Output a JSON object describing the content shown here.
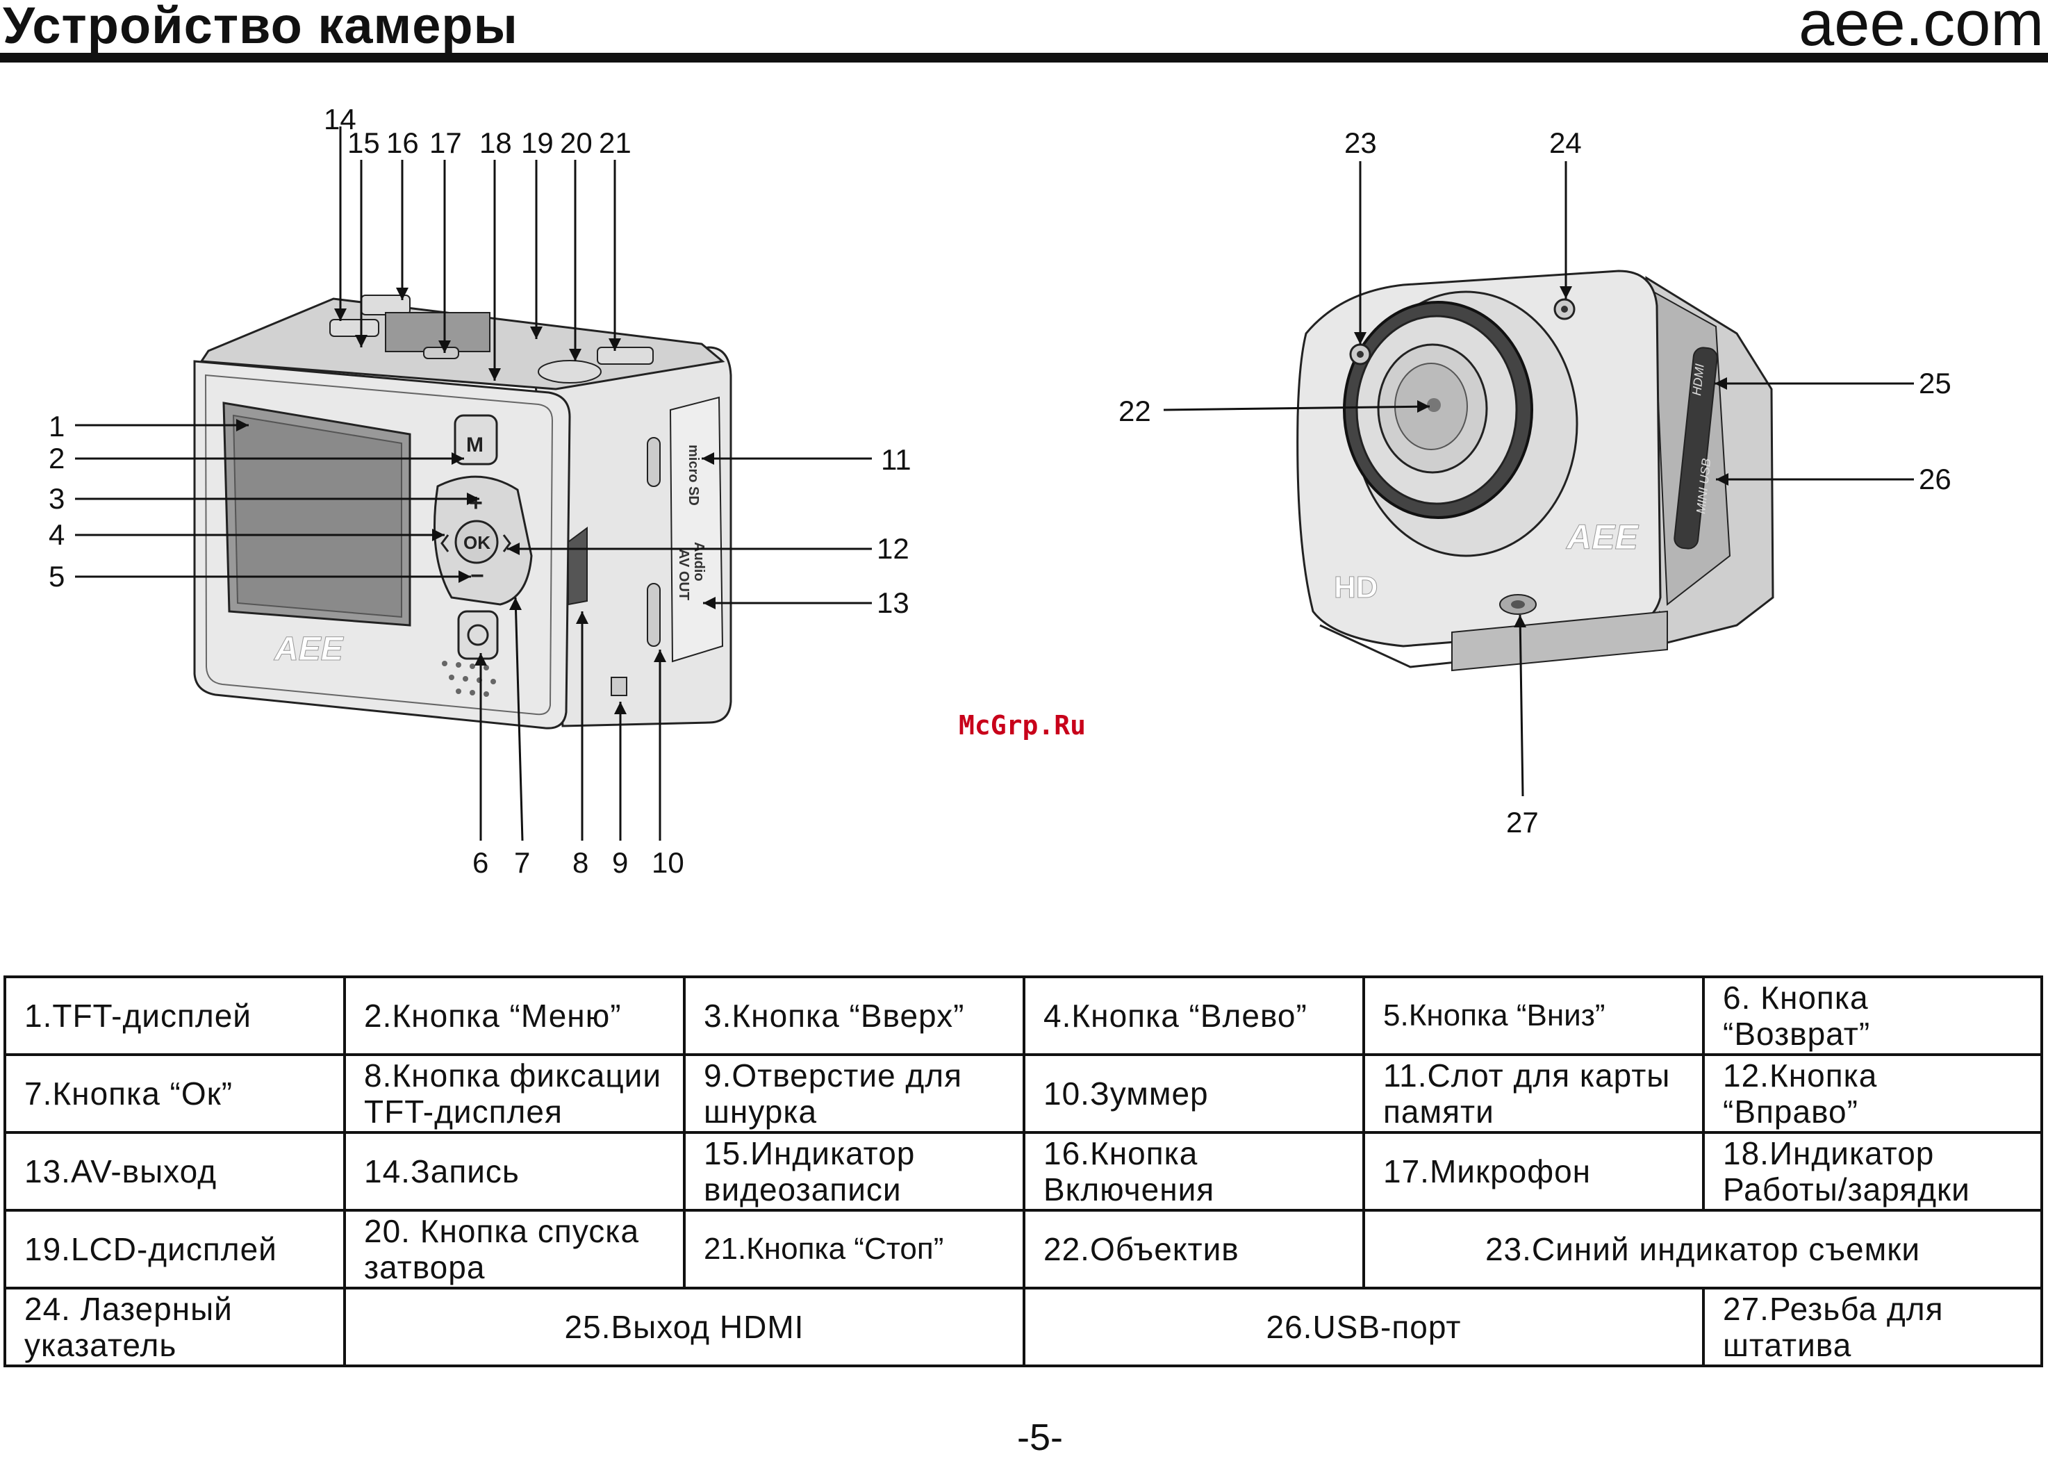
{
  "header": {
    "title": "Устройство камеры",
    "brand": "aee.com"
  },
  "watermark": "McGrp.Ru",
  "diagram": {
    "front_callouts": [
      "1",
      "2",
      "3",
      "4",
      "5",
      "6",
      "7",
      "8",
      "9",
      "10",
      "11",
      "12",
      "13",
      "14",
      "15",
      "16",
      "17",
      "18",
      "19",
      "20",
      "21"
    ],
    "back_callouts": [
      "22",
      "23",
      "24",
      "25",
      "26",
      "27"
    ],
    "camera_text": {
      "brand_front": "AEE",
      "brand_back": "AEE",
      "hd": "HD",
      "menu_key": "M",
      "ok_key": "OK",
      "plus_key": "+",
      "minus_key": "−",
      "micro_sd": "micro SD",
      "audio": "Audio",
      "av_out": "AV OUT",
      "hdmi": "HDMI",
      "mini_usb": "MINI USB"
    }
  },
  "table": {
    "rows": [
      [
        "1.TFT-дисплей",
        "2.Кнопка “Меню”",
        "3.Кнопка “Вверх”",
        "4.Кнопка “Влево”",
        "5.Кнопка “Вниз”",
        "6. Кнопка “Возврат”"
      ],
      [
        "7.Кнопка “Ок”",
        "8.Кнопка фиксации TFT-дисплея",
        "9.Отверстие для шнурка",
        "10.Зуммер",
        "11.Слот для карты памяти",
        "12.Кнопка “Вправо”"
      ],
      [
        "13.AV-выход",
        "14.Запись",
        "15.Индикатор видеозаписи",
        "16.Кнопка Включения",
        "17.Микрофон",
        "18.Индикатор Работы/зарядки"
      ],
      [
        "19.LCD-дисплей",
        "20. Кнопка спуска затвора",
        "21.Кнопка “Стоп”",
        "22.Объектив",
        "23.Синий индикатор съемки"
      ],
      [
        "24. Лазерный указатель",
        "25.Выход HDMI",
        "26.USB-порт",
        "27.Резьба для штатива"
      ]
    ]
  },
  "page_number": "-5-"
}
